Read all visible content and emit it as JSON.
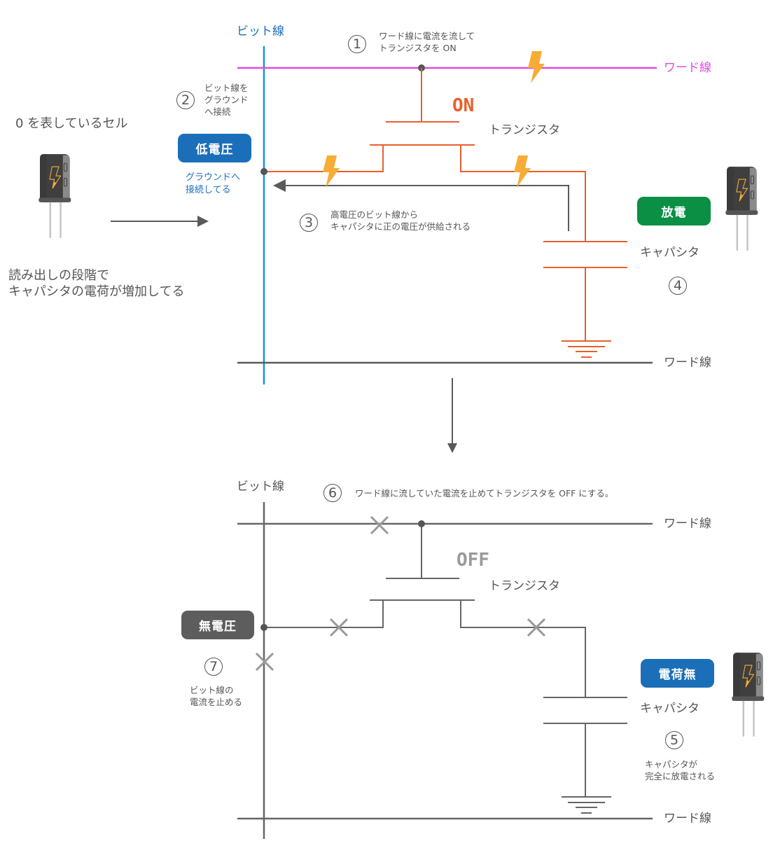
{
  "colors": {
    "bitline_active": "#1a8fd6",
    "wordline_active": "#e24ae0",
    "circuit_active": "#e8602c",
    "circuit_inactive": "#666666",
    "bolt": "#f7ac35",
    "badge_low_voltage": "#1b6fb8",
    "badge_discharge": "#0a8f45",
    "badge_no_voltage": "#5d5d5d",
    "badge_no_charge": "#1b6fb8",
    "cross_mark": "#999999",
    "arrow": "#5a5a5a"
  },
  "left_panel": {
    "cell_caption": "0 を表しているセル",
    "cell_icon": "capacitor-icon",
    "description_line1": "読み出しの段階で",
    "description_line2": "キャパシタの電荷が増加してる"
  },
  "top": {
    "bitline_label": "ビット線",
    "wordline_label": "ワード線",
    "bottom_wordline_label": "ワード線",
    "transistor_label": "トランジスタ",
    "transistor_state": "ON",
    "capacitor_label": "キャパシタ",
    "step1": {
      "number": "1",
      "line1": "ワード線に電流を流して",
      "line2": "トランジスタを ON"
    },
    "step2": {
      "number": "2",
      "line1": "ビット線を",
      "line2": "グラウンド",
      "line3": "へ接続"
    },
    "step3": {
      "number": "3",
      "line1": "高電圧のビット線から",
      "line2": "キャパシタに正の電圧が供給される"
    },
    "step4": {
      "number": "4"
    },
    "badge_left": "低電圧",
    "ground_note_line1": "グラウンドへ",
    "ground_note_line2": "接続してる",
    "badge_right": "放電"
  },
  "bottom": {
    "bitline_label": "ビット線",
    "wordline_label": "ワード線",
    "bottom_wordline_label": "ワード線",
    "transistor_label": "トランジスタ",
    "transistor_state": "OFF",
    "capacitor_label": "キャパシタ",
    "step5": {
      "number": "5",
      "line1": "キャパシタが",
      "line2": "完全に放電される"
    },
    "step6": {
      "number": "6",
      "text": "ワード線に流していた電流を止めてトランジスタを OFF にする。"
    },
    "step7": {
      "number": "7",
      "line1": "ビット線の",
      "line2": "電流を止める"
    },
    "badge_left": "無電圧",
    "badge_right": "電荷無"
  }
}
